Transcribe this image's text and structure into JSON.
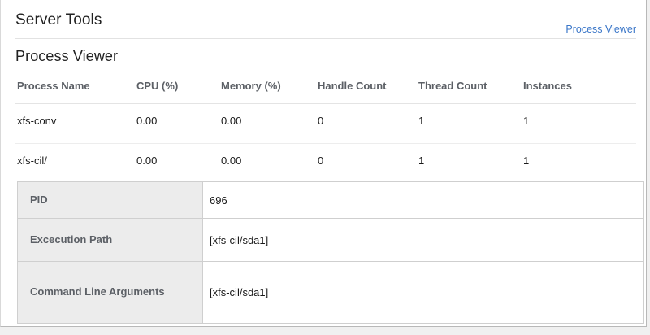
{
  "header": {
    "app_title": "Server Tools",
    "link_label": "Process Viewer"
  },
  "section": {
    "title": "Process Viewer"
  },
  "process_table": {
    "columns": [
      "Process Name",
      "CPU (%)",
      "Memory (%)",
      "Handle Count",
      "Thread Count",
      "Instances"
    ],
    "rows": [
      {
        "process_name": "xfs-conv",
        "cpu": "0.00",
        "memory": "0.00",
        "handle_count": "0",
        "thread_count": "1",
        "instances": "1"
      },
      {
        "process_name": "xfs-cil/",
        "cpu": "0.00",
        "memory": "0.00",
        "handle_count": "0",
        "thread_count": "1",
        "instances": "1"
      }
    ]
  },
  "detail_table": {
    "rows": [
      {
        "label": "PID",
        "value": "696"
      },
      {
        "label": "Excecution Path",
        "value": "[xfs-cil/sda1]"
      },
      {
        "label": "Command Line Arguments",
        "value": "[xfs-cil/sda1]"
      }
    ]
  },
  "colors": {
    "link": "#3a76c8",
    "label_background": "#ececec",
    "border": "#cfcfcf",
    "header_text": "#5c6066"
  }
}
